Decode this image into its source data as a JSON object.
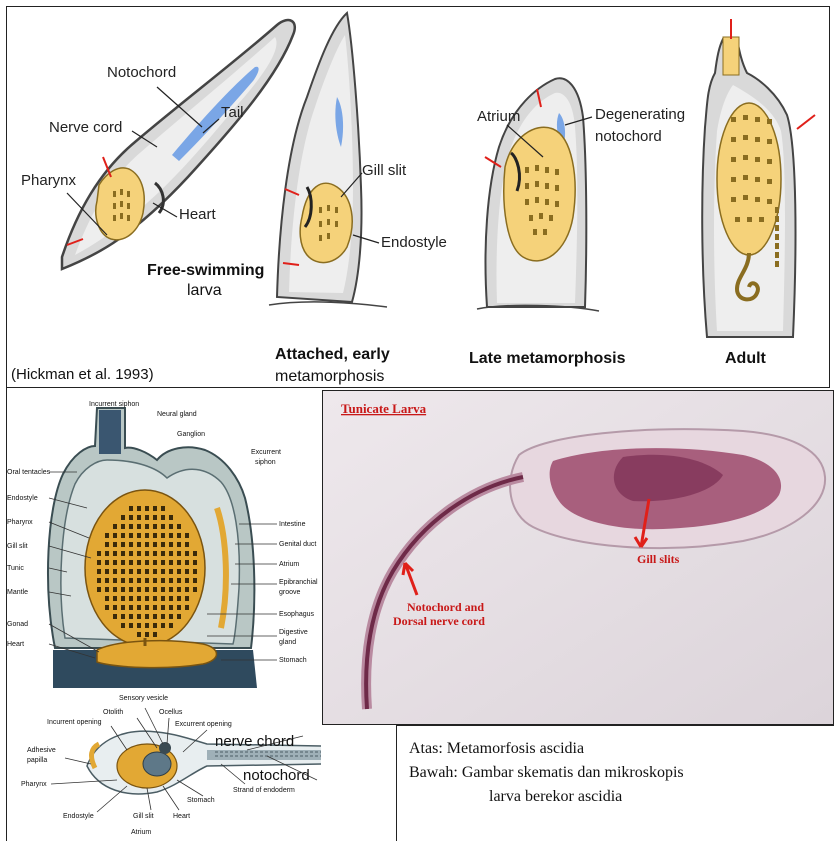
{
  "top_panel": {
    "citation": "(Hickman et al. 1993)",
    "stages": [
      {
        "label_line1": "Free-swimming",
        "label_line2": "larva"
      },
      {
        "label_line1": "Attached, early",
        "label_line2": "metamorphosis"
      },
      {
        "label_line1": "Late metamorphosis",
        "label_line2": ""
      },
      {
        "label_line1": "Adult",
        "label_line2": ""
      }
    ],
    "labels": {
      "notochord": "Notochord",
      "tail": "Tail",
      "nerve_cord": "Nerve cord",
      "pharynx": "Pharynx",
      "heart": "Heart",
      "gill_slit": "Gill slit",
      "endostyle": "Endostyle",
      "atrium": "Atrium",
      "degenerating_1": "Degenerating",
      "degenerating_2": "notochord"
    }
  },
  "adult_anatomy": {
    "labels": {
      "incurrent_siphon": "Incurrent siphon",
      "neural_gland": "Neural gland",
      "ganglion": "Ganglion",
      "excurrent_siphon_1": "Excurrent",
      "excurrent_siphon_2": "siphon",
      "oral_tentacles": "Oral tentacles",
      "endostyle": "Endostyle",
      "pharynx": "Pharynx",
      "gill_slit": "Gill slit",
      "tunic": "Tunic",
      "mantle": "Mantle",
      "gonad": "Gonad",
      "heart": "Heart",
      "intestine": "Intestine",
      "genital_duct": "Genital duct",
      "atrium": "Atrium",
      "epibranchial_1": "Epibranchial",
      "epibranchial_2": "groove",
      "esophagus": "Esophagus",
      "digestive_1": "Digestive",
      "digestive_2": "gland",
      "stomach": "Stomach"
    }
  },
  "larva_anatomy": {
    "labels": {
      "sensory_vesicle": "Sensory vesicle",
      "otolith": "Otolith",
      "ocellus": "Ocellus",
      "incurrent_opening": "Incurrent opening",
      "excurrent_opening": "Excurrent opening",
      "adhesive_1": "Adhesive",
      "adhesive_2": "papilla",
      "pharynx": "Pharynx",
      "endostyle": "Endostyle",
      "gill_slit": "Gill slit",
      "heart": "Heart",
      "stomach": "Stomach",
      "strand": "Strand of endoderm",
      "atrium": "Atrium",
      "nerve_chord": "nerve chord",
      "notochord": "notochord"
    }
  },
  "photo": {
    "title": "Tunicate Larva",
    "gill_slits": "Gill slits",
    "notochord_1": "Notochord and",
    "notochord_2": "Dorsal nerve cord"
  },
  "caption": {
    "line1": "Atas: Metamorfosis ascidia",
    "line2": "Bawah: Gambar skematis dan mikroskopis",
    "line3": "larva berekor ascidia"
  },
  "colors": {
    "body_yellow": "#f5d27a",
    "notochord_blue": "#7aa6e6",
    "arrow_red": "#e0201a",
    "photo_label_red": "#c81818"
  }
}
